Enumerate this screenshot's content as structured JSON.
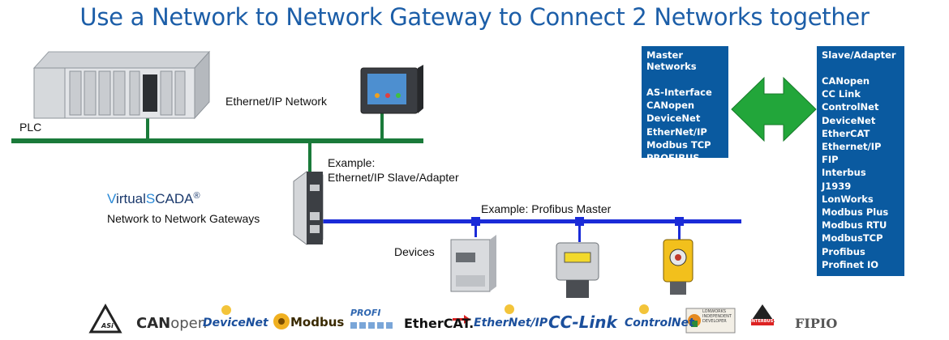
{
  "title": "Use a Network to Network Gateway to Connect 2 Networks together",
  "labels": {
    "plc": "PLC",
    "ethernet_network": "Ethernet/IP Network",
    "example_adapter_line1": "Example:",
    "example_adapter_line2": "Ethernet/IP Slave/Adapter",
    "example_profibus": "Example: Profibus Master",
    "devices": "Devices",
    "brand_prefix_V": "V",
    "brand_part1": "irtual",
    "brand_S": "S",
    "brand_part2": "CADA",
    "brand_reg": "®",
    "brand_subtitle": "Network to Network Gateways"
  },
  "master_networks": {
    "heading": "Master Networks",
    "items": [
      "AS-Interface",
      "CANopen",
      "DeviceNet",
      "EtherNet/IP",
      "Modbus TCP",
      "PROFIBUS"
    ]
  },
  "slave_adapter": {
    "heading": "Slave/Adapter",
    "items": [
      "CANopen",
      "CC Link",
      "ControlNet",
      "DeviceNet",
      "EtherCAT",
      "Ethernet/IP",
      "FIP",
      "Interbus",
      "J1939",
      "LonWorks",
      "Modbus Plus",
      "Modbus RTU",
      "ModbusTCP",
      "Profibus",
      "Profinet IO"
    ]
  },
  "logos": {
    "asi": "ASi",
    "canopen_can": "CAN",
    "canopen_open": "open",
    "devicenet": "DeviceNet",
    "modbus": "Modbus",
    "profi": "PROFI",
    "ethercat": "EtherCAT.",
    "ethernetip": "EtherNet/IP",
    "cclink": "CC-Link",
    "controlnet": "ControlNet",
    "lonworks_line1": "LONWORKS",
    "lonworks_line2": "INDEPENDENT",
    "lonworks_line3": "DEVELOPER",
    "interbus": "INTERBUS",
    "fipio": "FIPIO"
  },
  "colors": {
    "title": "#1c5ea8",
    "ethernet_line": "#1a7a3a",
    "profibus_line": "#1a2bd8",
    "box_bg": "#0a5aa0",
    "arrow": "#22a63a"
  }
}
